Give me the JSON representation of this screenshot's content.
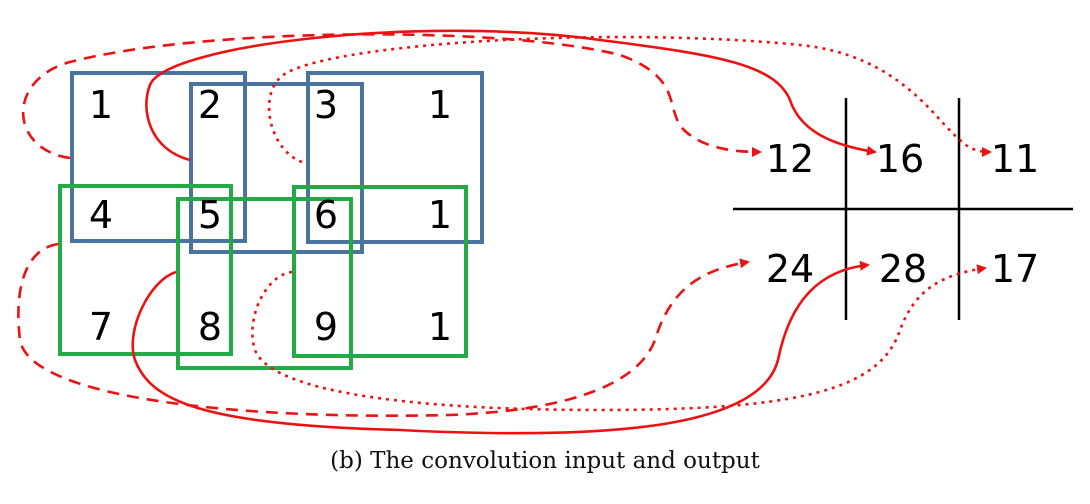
{
  "input_grid": [
    [
      "1",
      "2",
      "3",
      "1"
    ],
    [
      "4",
      "5",
      "6",
      "1"
    ],
    [
      "7",
      "8",
      "9",
      "1"
    ]
  ],
  "output_grid": [
    [
      "12",
      "16",
      "11"
    ],
    [
      "24",
      "28",
      "17"
    ]
  ],
  "caption": "(b) The convolution input and output",
  "colors": {
    "blue": "#4a73a0",
    "green": "#22aa44",
    "arrow": "#ee1111",
    "text": "#000000"
  }
}
